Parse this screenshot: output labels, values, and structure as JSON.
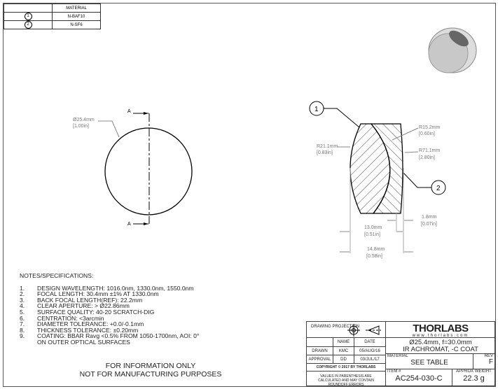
{
  "material_table": {
    "header": "MATERIAL",
    "rows": [
      {
        "balloon": "1",
        "material": "N-BAF10"
      },
      {
        "balloon": "2",
        "material": "N-SF6"
      }
    ]
  },
  "front_view": {
    "section_label": "A",
    "diameter_mm": "Ø25.4mm",
    "diameter_in": "[1.00in]"
  },
  "section_view": {
    "balloon1": "1",
    "balloon2": "2",
    "r1_mm": "R21.1mm",
    "r1_in": "[0.83in]",
    "r2_mm": "R15.2mm",
    "r2_in": "[0.60in]",
    "r3_mm": "R71.1mm",
    "r3_in": "[2.80in]",
    "t1_mm": "13.0mm",
    "t1_in": "[0.51in]",
    "t2_mm": "1.8mm",
    "t2_in": "[0.07in]",
    "total_mm": "14.8mm",
    "total_in": "[0.58in]"
  },
  "notes": {
    "title": "NOTES/SPECIFICATIONS:",
    "items": [
      {
        "n": "1.",
        "t": "DESIGN WAVELENGTH: 1016.0nm, 1330.0nm, 1550.0nm"
      },
      {
        "n": "2.",
        "t": "FOCAL LENGTH: 30.4mm ±1% AT 1330.0nm"
      },
      {
        "n": "3.",
        "t": "BACK FOCAL LENGTH(REF): 22.2mm"
      },
      {
        "n": "4.",
        "t": "CLEAR APERTURE: > Ø22.86mm"
      },
      {
        "n": "5.",
        "t": "SURFACE QUALITY: 40-20 SCRATCH-DIG"
      },
      {
        "n": "6.",
        "t": "CENTRATION: <3arcmin"
      },
      {
        "n": "7.",
        "t": "DIAMETER TOLERANCE: +0.0/-0.1mm"
      },
      {
        "n": "8.",
        "t": "THICKNESS TOLERANCE: ±0.20mm"
      },
      {
        "n": "9.",
        "t": "COATING: BBAR Ravg <0.5% FROM 1050-1700nm, AOI: 0°"
      },
      {
        "n": "",
        "t": "ON OUTER OPTICAL SURFACES"
      }
    ]
  },
  "disclaimer": [
    "FOR INFORMATION ONLY",
    "NOT FOR MANUFACTURING PURPOSES"
  ],
  "title_block": {
    "projection": "DRAWING PROJECTION",
    "name": "NAME",
    "date": "DATE",
    "drawn": "DRAWN",
    "drawn_name": "KMC",
    "drawn_date": "05/AUG/16",
    "approval": "APPROVAL",
    "approval_name": "DD",
    "approval_date": "03/JUL/17",
    "copyright": "COPYRIGHT © 2017 BY THORLABS",
    "values_note": "VALUES IN PARENTHESIS ARE CALCULATED AND MAY CONTAIN ROUNDOFF ERRORS",
    "logo": "THORLABS",
    "website": "www.thorlabs.com",
    "desc1": "Ø25.4mm, f=30.0mm",
    "desc2": "IR ACHROMAT, -C COAT",
    "material_label": "MATERIAL",
    "material": "SEE TABLE",
    "rev_label": "REV",
    "rev": "F",
    "item_label": "ITEM #",
    "item": "AC254-030-C",
    "weight_label": "APPROX WEIGHT",
    "weight": "22.3 g"
  }
}
